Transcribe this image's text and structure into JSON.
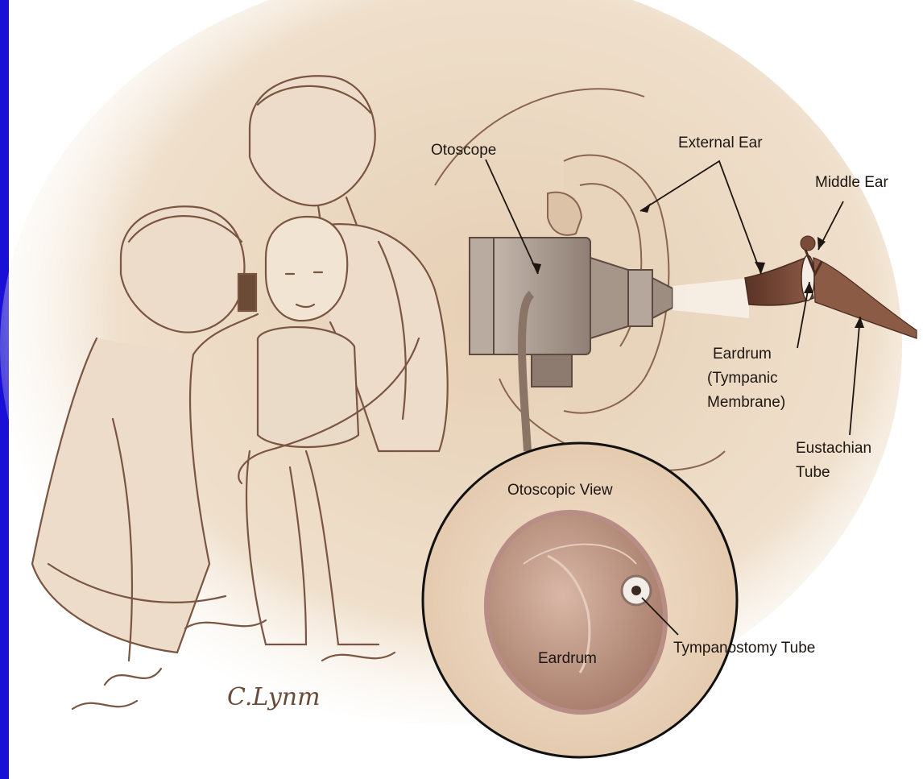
{
  "colors": {
    "frame_blue": "#1a0fd6",
    "background": "#ffffff",
    "parchment": "#ead6bd",
    "sketch_line": "#7a5542",
    "label_text": "#1d1611",
    "eardrum_pink": "#c9a18f"
  },
  "labels": {
    "otoscope": "Otoscope",
    "external_ear": "External Ear",
    "middle_ear": "Middle Ear",
    "eardrum_line1": "Eardrum",
    "eardrum_line2": "(Tympanic",
    "eardrum_line3": "Membrane)",
    "eustachian_line1": "Eustachian",
    "eustachian_line2": "Tube"
  },
  "inset": {
    "title": "Otoscopic View",
    "eardrum": "Eardrum",
    "tube": "Tympanostomy Tube"
  },
  "signature": "C.Lynm"
}
